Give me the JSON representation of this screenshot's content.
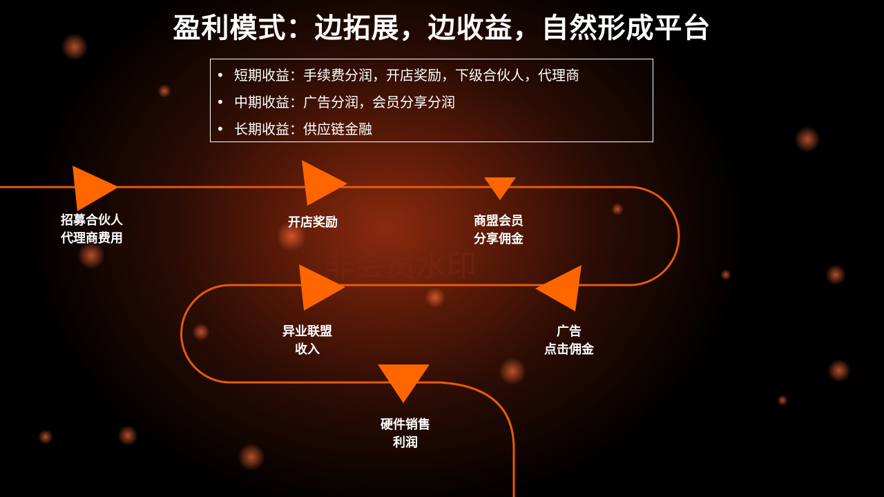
{
  "title": "盈利模式：边拓展，边收益，自然形成平台",
  "summary": [
    {
      "bullet": "•",
      "text": "短期收益：手续费分润，开店奖励，下级合伙人，代理商"
    },
    {
      "bullet": "•",
      "text": "中期收益：广告分润，会员分享分润"
    },
    {
      "bullet": "•",
      "text": "长期收益：供应链金融"
    }
  ],
  "watermark": "非会员水印",
  "nodes": [
    {
      "line1": "招募合伙人",
      "line2": "代理商费用"
    },
    {
      "line1": "开店奖励",
      "line2": ""
    },
    {
      "line1": "商盟会员",
      "line2": "分享佣金"
    },
    {
      "line1": "广告",
      "line2": "点击佣金"
    },
    {
      "line1": "异业联盟",
      "line2": "收入"
    },
    {
      "line1": "硬件销售",
      "line2": "利润"
    }
  ],
  "colors": {
    "accent": "#ff6600",
    "line": "#e85a0c"
  }
}
